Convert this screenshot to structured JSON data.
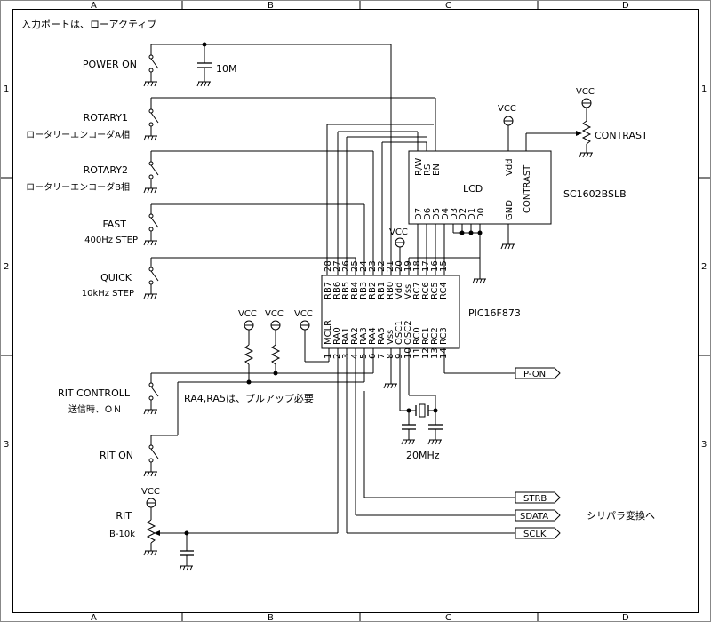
{
  "frame": {
    "column_labels": [
      "A",
      "B",
      "C",
      "D"
    ],
    "row_labels": [
      "1",
      "2",
      "3"
    ]
  },
  "note_active_low": "入力ポートは、ローアクティブ",
  "switches": [
    {
      "id": "power_on",
      "label": "POWER ON",
      "sub": ""
    },
    {
      "id": "rotary1",
      "label": "ROTARY1",
      "sub": "ロータリーエンコーダA相"
    },
    {
      "id": "rotary2",
      "label": "ROTARY2",
      "sub": "ロータリーエンコーダB相"
    },
    {
      "id": "fast",
      "label": "FAST",
      "sub": "400Hz STEP"
    },
    {
      "id": "quick",
      "label": "QUICK",
      "sub": "10kHz STEP"
    },
    {
      "id": "rit_controll",
      "label": "RIT CONTROLL",
      "sub": "送信時、ＯＮ"
    },
    {
      "id": "rit_on",
      "label": "RIT ON",
      "sub": ""
    }
  ],
  "cap_10m": "10M",
  "vcc": "VCC",
  "lcd": {
    "label": "LCD",
    "model": "SC1602BSLB",
    "pins_top": [
      "R/W",
      "RS",
      "EN"
    ],
    "pins_bottom": [
      "D7",
      "D6",
      "D5",
      "D4",
      "D3",
      "D2",
      "D1",
      "D0"
    ],
    "vdd": "Vdd",
    "gnd": "GND",
    "contrast_pin": "CONTRAST"
  },
  "contrast_label": "CONTRAST",
  "pic": {
    "label": "PIC16F873",
    "top_pins": [
      "RB7",
      "RB6",
      "RB5",
      "RB4",
      "RB3",
      "RB2",
      "RB1",
      "RB0",
      "Vdd",
      "Vss",
      "RC7",
      "RC6",
      "RC5",
      "RC4"
    ],
    "top_nums": [
      "28",
      "27",
      "26",
      "25",
      "24",
      "23",
      "22",
      "21",
      "20",
      "19",
      "18",
      "17",
      "16",
      "15"
    ],
    "bottom_pins": [
      "MCLR",
      "RA0",
      "RA1",
      "RA2",
      "RA3",
      "RA4",
      "RA5",
      "Vss",
      "OSC1",
      "OSC2",
      "RC0",
      "RC1",
      "RC2",
      "RC3"
    ],
    "bottom_nums": [
      "1",
      "2",
      "3",
      "4",
      "5",
      "6",
      "7",
      "8",
      "9",
      "10",
      "11",
      "12",
      "13",
      "14"
    ]
  },
  "pullup_note": "RA4,RA5は、プルアップ必要",
  "crystal": "20MHz",
  "rit_label": "RIT",
  "rit_value": "B-10k",
  "outputs": {
    "p_on": "P-ON",
    "strb": "STRB",
    "sdata": "SDATA",
    "sclk": "SCLK"
  },
  "shift_note": "シリパラ変換へ"
}
